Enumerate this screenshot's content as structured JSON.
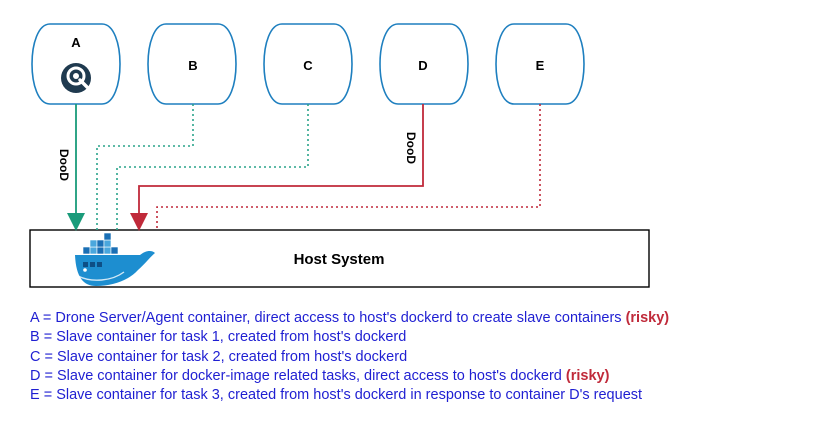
{
  "nodes": [
    {
      "id": "A",
      "label": "A"
    },
    {
      "id": "B",
      "label": "B"
    },
    {
      "id": "C",
      "label": "C"
    },
    {
      "id": "D",
      "label": "D"
    },
    {
      "id": "E",
      "label": "E"
    }
  ],
  "host": {
    "label": "Host System"
  },
  "edge_labels": {
    "a_to_host": "DooD",
    "d_to_host": "DooD"
  },
  "icons": {
    "drone": "drone-logo-icon",
    "docker": "docker-whale-icon"
  },
  "colors": {
    "dood_green": "#1a9b7a",
    "risky_red": "#c02a3a",
    "dotted_teal": "#2aa38a",
    "legend_blue": "#1f1fd2"
  },
  "legend": {
    "a": {
      "text": "A = Drone Server/Agent container, direct access to host's dockerd to create slave containers ",
      "risky": "(risky)"
    },
    "b": {
      "text": "B = Slave container for task 1, created from host's dockerd"
    },
    "c": {
      "text": "C = Slave container for task 2, created from host's dockerd"
    },
    "d": {
      "text": "D = Slave container for docker-image related tasks, direct access to host's dockerd ",
      "risky": "(risky)"
    },
    "e": {
      "text": "E = Slave container for task 3, created from host's dockerd in response to container D's request"
    }
  }
}
